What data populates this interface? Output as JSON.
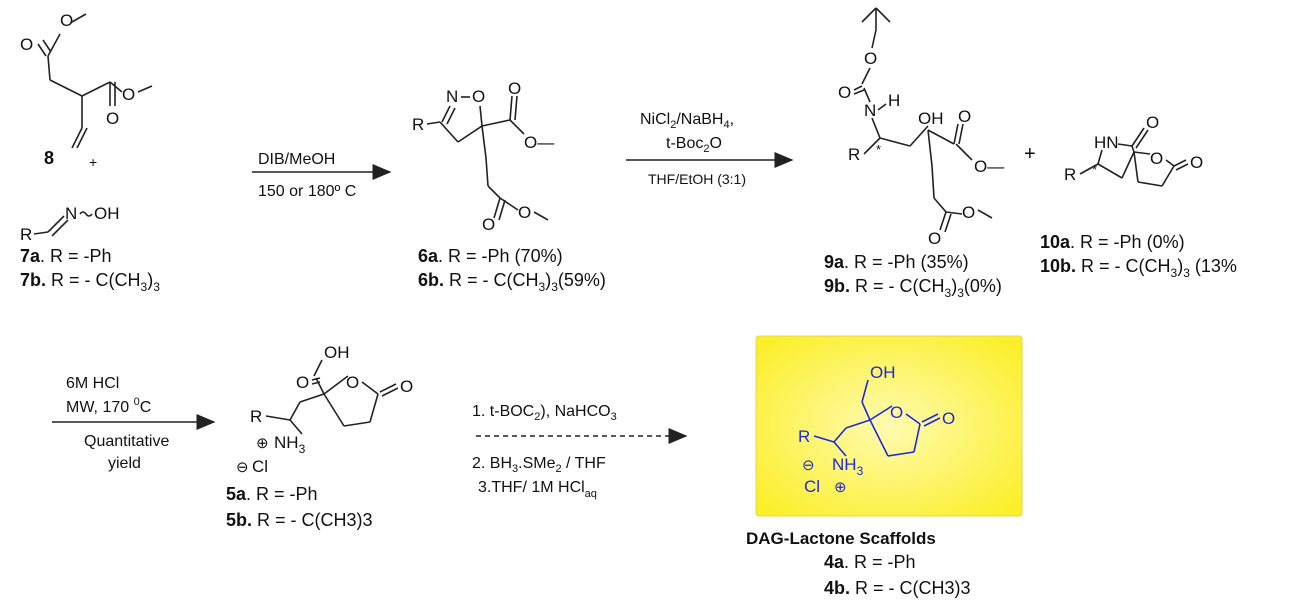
{
  "colors": {
    "ink": "#111111",
    "highlight_bond": "#1e2bd6",
    "panel_yellow": "#fbef2a",
    "panel_glow": "#fffbb0"
  },
  "compound_8": {
    "number": "8",
    "plus": "+"
  },
  "oxime": {
    "group": "N",
    "wave_oh": "OH",
    "r": "R",
    "label_a_num": "7a",
    "label_a_text": ". R = -Ph",
    "label_b_num": "7b.",
    "label_b_text": " R = - C(CH",
    "label_b_sub": "3",
    "label_b_end": ")",
    "label_b_sub2": "3"
  },
  "step1": {
    "reagent": "DIB/MeOH",
    "condition": "150 or 180º C"
  },
  "compound_6": {
    "label_a_num": "6a",
    "label_a_text": ". R = -Ph (70%)",
    "label_b_num": "6b.",
    "label_b_text": " R = - C(CH",
    "label_b_sub": "3",
    "label_b_end": ")",
    "label_b_sub2": "3",
    "label_b_tail": "(59%)"
  },
  "step2": {
    "reagent_line1": "NiCl",
    "reagent_line1_sub": "2",
    "reagent_line1_b": "/NaBH",
    "reagent_line1_sub2": "4",
    "reagent_line1_c": ",",
    "reagent_line2": "t-Boc",
    "reagent_line2_sub": "2",
    "reagent_line2_b": "O",
    "solvent": "THF/EtOH (3:1)"
  },
  "compound_9": {
    "label_a_num": "9a",
    "label_a_text": ". R = -Ph (35%)",
    "label_b_num": "9b.",
    "label_b_text": " R = - C(CH",
    "label_b_sub": "3",
    "label_b_end": ")",
    "label_b_sub2": "3",
    "label_b_tail": "(0%)"
  },
  "plus_sign": "+",
  "compound_10": {
    "label_a_num": "10a",
    "label_a_text": ". R = -Ph (0%)",
    "label_b_num": "10b.",
    "label_b_text": " R = - C(CH",
    "label_b_sub": "3",
    "label_b_end": ")",
    "label_b_sub2": "3",
    "label_b_tail": " (13%"
  },
  "step3": {
    "reagent": "6M HCl",
    "condition": "MW, 170 ",
    "condition_sup": "0",
    "condition_end": "C",
    "yield_line1": "Quantitative",
    "yield_line2": "yield"
  },
  "compound_5": {
    "label_a_num": "5a",
    "label_a_text": ". R = -Ph",
    "label_b_num": "5b.",
    "label_b_text": " R = - C(CH3)3"
  },
  "step4": {
    "line1": "1. t-BOC",
    "line1_sub": "2",
    "line1_end": "), NaHCO",
    "line1_sub2": "3",
    "line2": "2. BH",
    "line2_sub": "3",
    "line2_end": ".SMe",
    "line2_sub2": "2",
    "line2_tail": " / THF",
    "line3": "3.THF/ 1M HCl",
    "line3_sub": "aq"
  },
  "product": {
    "title": "DAG-Lactone Scaffolds",
    "label_a_num": "4a",
    "label_a_text": ". R = -Ph",
    "label_b_num": "4b.",
    "label_b_text": " R = - C(CH3)3"
  },
  "atoms": {
    "O": "O",
    "N": "N",
    "H": "H",
    "R": "R",
    "OH": "OH",
    "HN": "HN",
    "NH": "NH",
    "NH_sub": "3",
    "Cl": "Cl",
    "star": "*",
    "ominus": "O—",
    "plus": "⊕",
    "minus": "⊖"
  }
}
